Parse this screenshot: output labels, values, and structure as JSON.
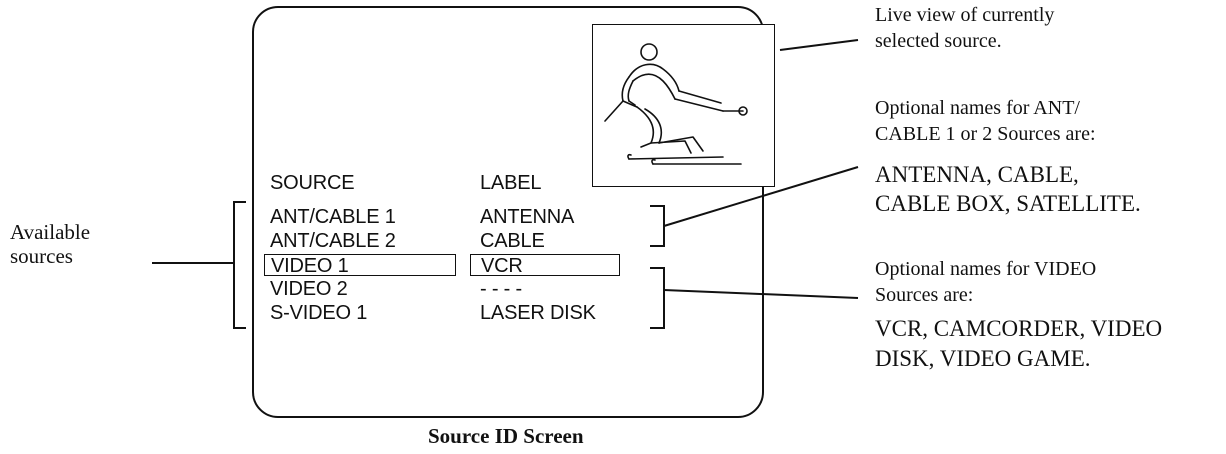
{
  "screen": {
    "headers": {
      "source": "SOURCE",
      "label": "LABEL"
    },
    "rows": [
      {
        "source": "ANT/CABLE 1",
        "label": "ANTENNA",
        "selected": false
      },
      {
        "source": "ANT/CABLE 2",
        "label": "CABLE",
        "selected": false
      },
      {
        "source": "VIDEO 1",
        "label": "VCR",
        "selected": true
      },
      {
        "source": "VIDEO 2",
        "label": "- - - -",
        "selected": false
      },
      {
        "source": "S-VIDEO 1",
        "label": "LASER DISK",
        "selected": false
      }
    ],
    "preview_icon": "skier-icon"
  },
  "annotations": {
    "live_view": [
      "Live view of currently",
      "selected source."
    ],
    "ant_intro": [
      "Optional names for ANT/",
      "CABLE 1 or 2 Sources are:"
    ],
    "ant_names": [
      "ANTENNA, CABLE,",
      "CABLE BOX, SATELLITE."
    ],
    "video_intro": [
      "Optional names for VIDEO",
      "Sources are:"
    ],
    "video_names": [
      "VCR, CAMCORDER, VIDEO",
      "DISK, VIDEO GAME."
    ],
    "available_sources": [
      "Available",
      "sources"
    ]
  },
  "caption": "Source ID Screen"
}
